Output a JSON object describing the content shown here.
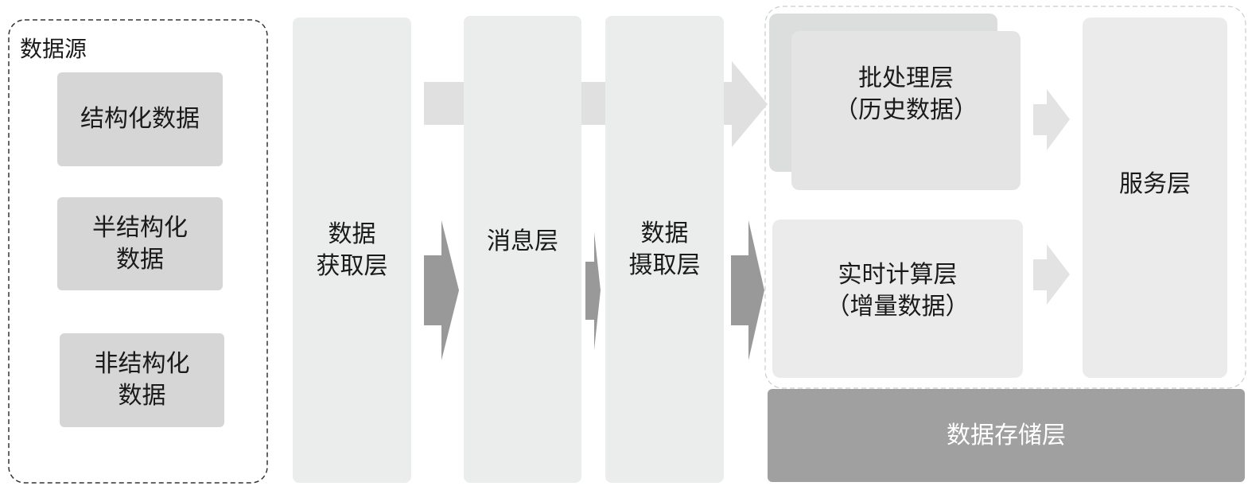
{
  "data_source": {
    "title": "数据源",
    "items": [
      {
        "line1": "结构化数据",
        "line2": ""
      },
      {
        "line1": "半结构化",
        "line2": "数据"
      },
      {
        "line1": "非结构化",
        "line2": "数据"
      }
    ]
  },
  "layers": {
    "acquisition": {
      "line1": "数据",
      "line2": "获取层"
    },
    "message": {
      "line1": "消息层"
    },
    "ingestion": {
      "line1": "数据",
      "line2": "摄取层"
    },
    "batch": {
      "line1": "批处理层",
      "line2": "（历史数据）"
    },
    "realtime": {
      "line1": "实时计算层",
      "line2": "（增量数据）"
    },
    "service": {
      "line1": "服务层"
    },
    "storage": {
      "line1": "数据存储层"
    }
  },
  "colors": {
    "light_arrow": "#e0e0e0",
    "dark_arrow": "#999999",
    "storage": "#a0a0a0",
    "column": "#ebecec"
  }
}
